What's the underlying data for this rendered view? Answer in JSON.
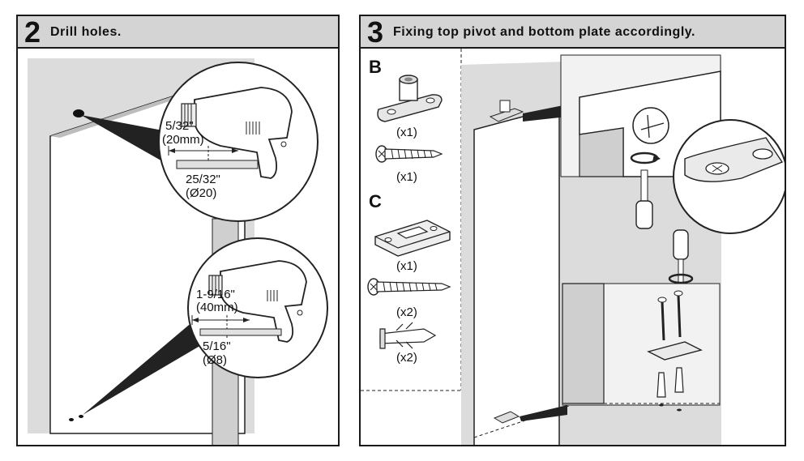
{
  "step2": {
    "number": "2",
    "title": "Drill holes.",
    "drill1": {
      "depth_in": "5/32\"",
      "depth_mm": "(20mm)",
      "bit_in": "25/32\"",
      "bit_mm": "(Ø20)"
    },
    "drill2": {
      "depth_in": "1-9/16\"",
      "depth_mm": "(40mm)",
      "bit_in": "5/16\"",
      "bit_mm": "(Ø8)"
    }
  },
  "step3": {
    "number": "3",
    "title": "Fixing top pivot and bottom plate accordingly.",
    "kit_b": {
      "letter": "B",
      "pivot_qty": "(x1)",
      "screw_qty": "(x1)"
    },
    "kit_c": {
      "letter": "C",
      "plate_qty": "(x1)",
      "screw_qty": "(x2)",
      "anchor_qty": "(x2)"
    }
  }
}
